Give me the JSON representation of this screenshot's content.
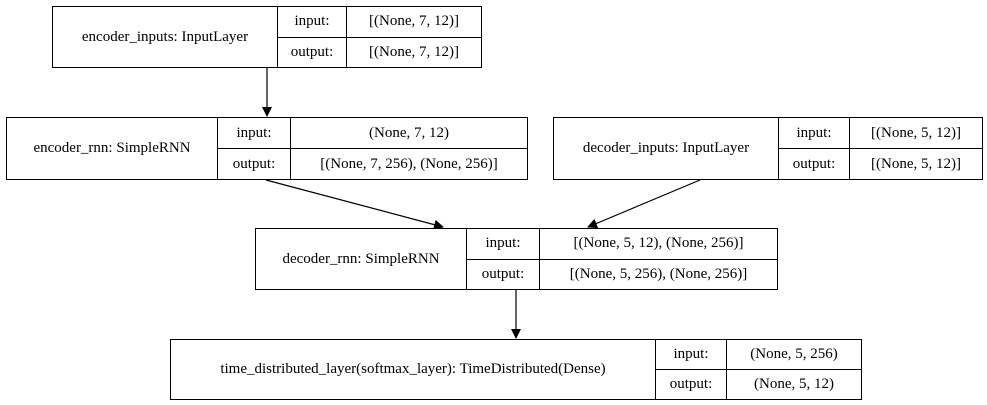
{
  "nodes": {
    "encoder_inputs": {
      "name": "encoder_inputs: InputLayer",
      "input_label": "input:",
      "input_value": "[(None, 7, 12)]",
      "output_label": "output:",
      "output_value": "[(None, 7, 12)]"
    },
    "encoder_rnn": {
      "name": "encoder_rnn: SimpleRNN",
      "input_label": "input:",
      "input_value": "(None, 7, 12)",
      "output_label": "output:",
      "output_value": "[(None, 7, 256), (None, 256)]"
    },
    "decoder_inputs": {
      "name": "decoder_inputs: InputLayer",
      "input_label": "input:",
      "input_value": "[(None, 5, 12)]",
      "output_label": "output:",
      "output_value": "[(None, 5, 12)]"
    },
    "decoder_rnn": {
      "name": "decoder_rnn: SimpleRNN",
      "input_label": "input:",
      "input_value": "[(None, 5, 12), (None, 256)]",
      "output_label": "output:",
      "output_value": "[(None, 5, 256), (None, 256)]"
    },
    "time_distributed": {
      "name": "time_distributed_layer(softmax_layer): TimeDistributed(Dense)",
      "input_label": "input:",
      "input_value": "(None, 5, 256)",
      "output_label": "output:",
      "output_value": "(None, 5, 12)"
    }
  }
}
